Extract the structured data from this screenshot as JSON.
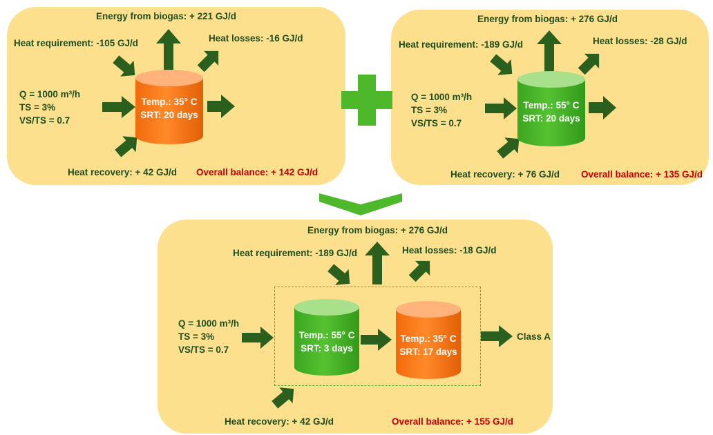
{
  "colors": {
    "panel": "#fde08d",
    "arrow": "#2b5f1e",
    "text": "#1e4d1e",
    "balance": "#c00000",
    "mesophilic_tank": "#ff7a1a",
    "thermophilic_tank": "#4cb82a",
    "connector": "#4cb82a"
  },
  "icons": [
    "plus-icon",
    "chevron-down-icon"
  ],
  "panel_mesophilic": {
    "energy": "Energy from biogas: + 221 GJ/d",
    "heat_requirement": "Heat requirement: -105 GJ/d",
    "heat_losses": "Heat losses: -16 GJ/d",
    "feed": [
      "Q = 1000 m³/h",
      "TS = 3%",
      "VS/TS = 0.7"
    ],
    "tank": {
      "temp": "Temp.: 35° C",
      "srt": "SRT: 20 days"
    },
    "heat_recovery": "Heat recovery: + 42 GJ/d",
    "balance": "Overall balance: + 142 GJ/d"
  },
  "panel_thermophilic": {
    "energy": "Energy from biogas: + 276 GJ/d",
    "heat_requirement": "Heat requirement: -189 GJ/d",
    "heat_losses": "Heat losses: -28 GJ/d",
    "feed": [
      "Q = 1000 m³/h",
      "TS = 3%",
      "VS/TS = 0.7"
    ],
    "tank": {
      "temp": "Temp.: 55° C",
      "srt": "SRT: 20 days"
    },
    "heat_recovery": "Heat recovery: + 76 GJ/d",
    "balance": "Overall balance: + 135 GJ/d"
  },
  "panel_combined": {
    "energy": "Energy from biogas: + 276 GJ/d",
    "heat_requirement": "Heat requirement: -189 GJ/d",
    "heat_losses": "Heat losses: -18 GJ/d",
    "feed": [
      "Q = 1000 m³/h",
      "TS = 3%",
      "VS/TS = 0.7"
    ],
    "tank_thermo": {
      "temp": "Temp.: 55° C",
      "srt": "SRT: 3 days"
    },
    "tank_meso": {
      "temp": "Temp.: 35° C",
      "srt": "SRT: 17 days"
    },
    "output": "Class A",
    "heat_recovery": "Heat recovery: + 42 GJ/d",
    "balance": "Overall balance: + 155 GJ/d"
  }
}
